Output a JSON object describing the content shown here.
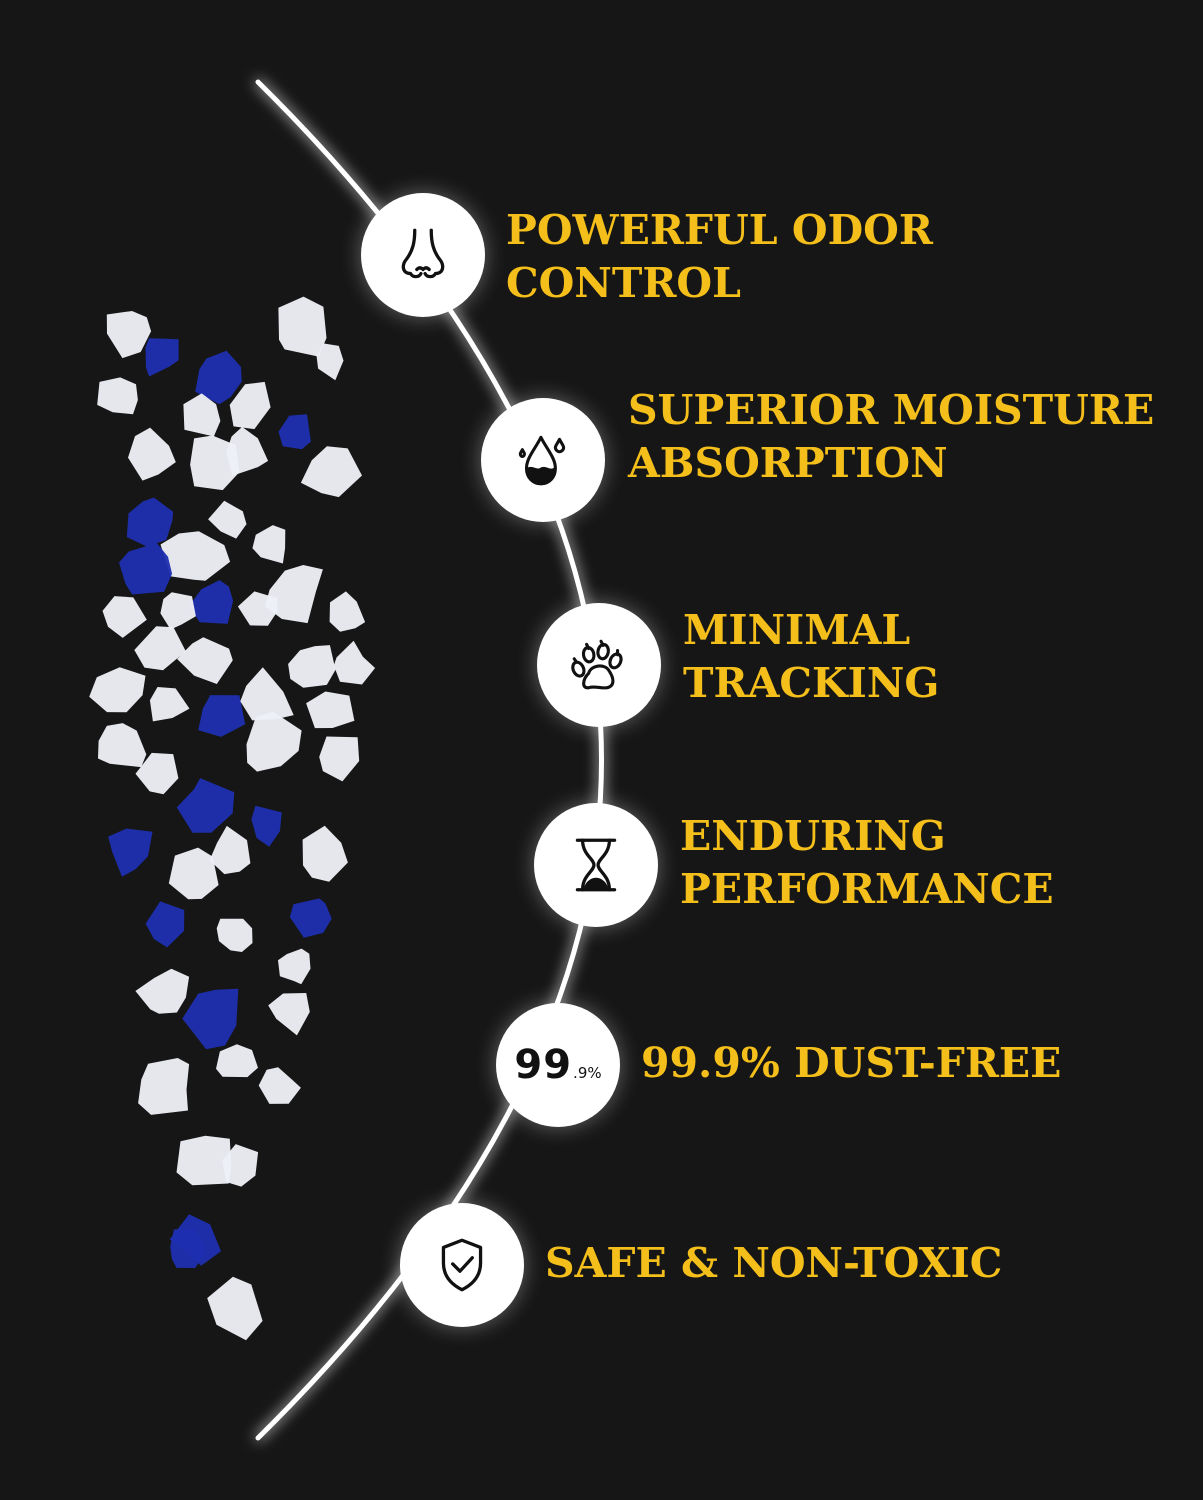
{
  "colors": {
    "background": "#161616",
    "text_accent": "#f4bf1a",
    "icon_circle": "#ffffff",
    "crystal_white": "#eef0f7",
    "crystal_blue": "#1e2fb0"
  },
  "features": [
    {
      "icon": "nose-icon",
      "label": "POWERFUL ODOR\nCONTROL"
    },
    {
      "icon": "water-drop-icon",
      "label": "SUPERIOR MOISTURE\nABSORPTION"
    },
    {
      "icon": "paw-print-icon",
      "label": "MINIMAL\nTRACKING"
    },
    {
      "icon": "hourglass-icon",
      "label": "ENDURING\nPERFORMANCE"
    },
    {
      "icon": "percent-badge-icon",
      "badge_value": "99",
      "badge_suffix": ".9%",
      "label": "99.9% DUST-FREE"
    },
    {
      "icon": "shield-check-icon",
      "label": "SAFE & NON-TOXIC"
    }
  ]
}
